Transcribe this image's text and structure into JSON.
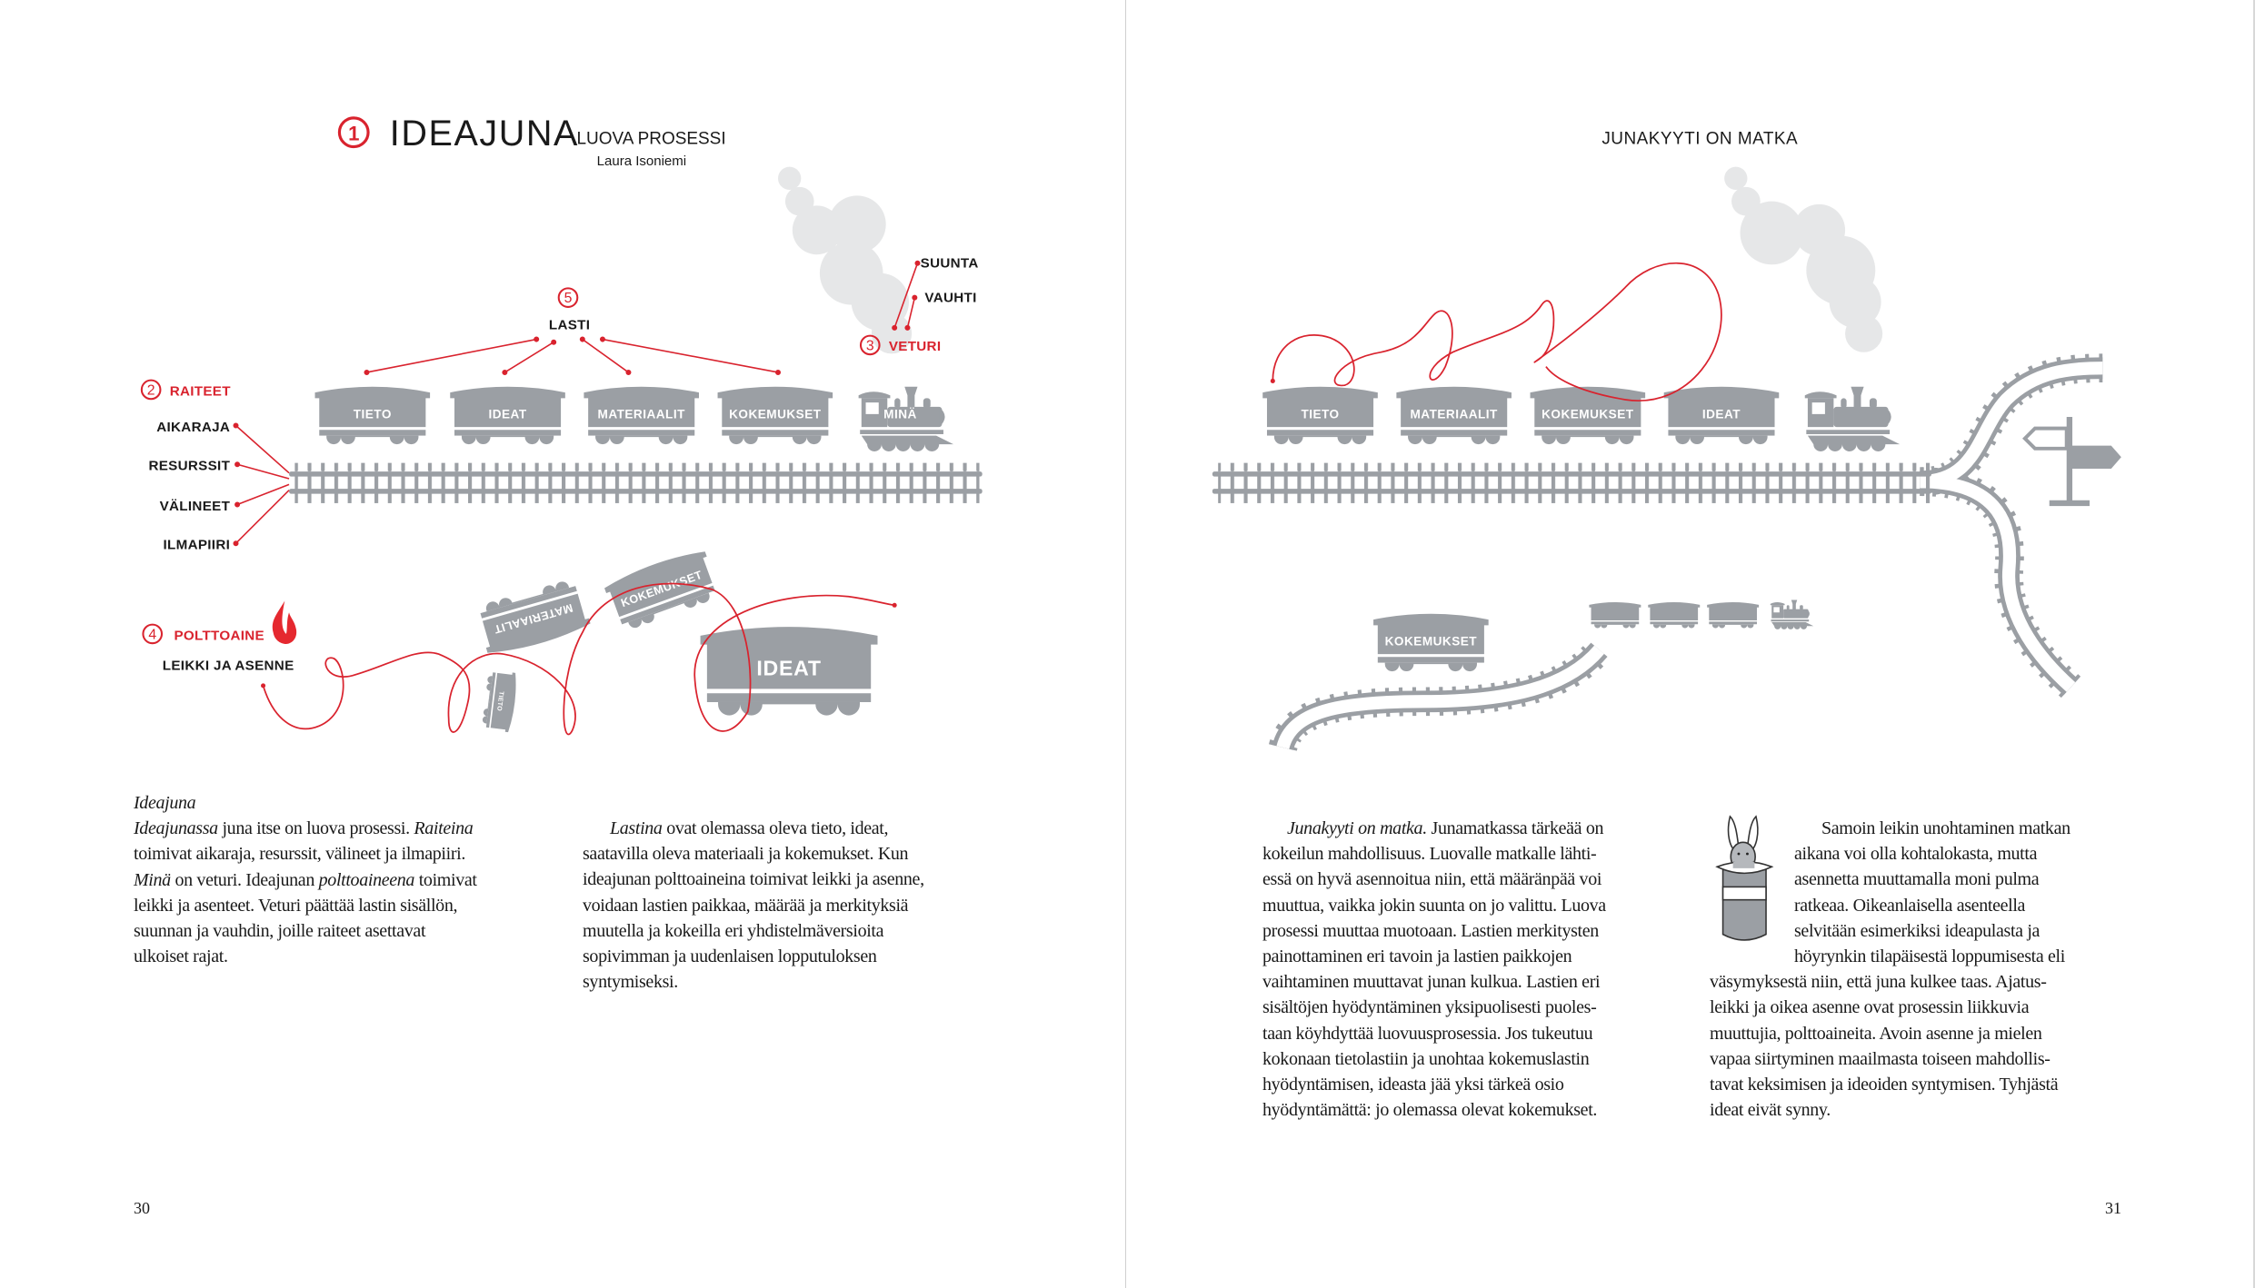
{
  "colors": {
    "accent_red": "#d9232e",
    "train_gray": "#9b9fa4",
    "smoke_gray": "#e6e7e8",
    "text": "#1a1a1a"
  },
  "left_page": {
    "title_number": "1",
    "title": "IDEAJUNA",
    "subtitle": "LUOVA PROSESSI",
    "author": "Laura Isoniemi",
    "labels": {
      "raiteet_number": "2",
      "raiteet": "RAITEET",
      "aikaraja": "AIKARAJA",
      "resurssit": "RESURSSIT",
      "valineet": "VÄLINEET",
      "ilmapiiri": "ILMAPIIRI",
      "lasti_number": "5",
      "lasti": "LASTI",
      "veturi_number": "3",
      "veturi": "VETURI",
      "suunta": "SUUNTA",
      "vauhti": "VAUHTI",
      "polttoaine_number": "4",
      "polttoaine": "POLTTOAINE",
      "leikki_ja_asenne": "LEIKKI JA ASENNE"
    },
    "wagons": [
      "TIETO",
      "IDEAT",
      "MATERIAALIT",
      "KOKEMUKSET"
    ],
    "locomotive": "MINÄ",
    "scattered_wagons": {
      "materiaalit": "MATERIAALIT",
      "kokemukset": "KOKEMUKSET",
      "tieto": "TIETO",
      "ideat": "IDEAT"
    },
    "heading": "Ideajuna",
    "col1": [
      [
        {
          "i": "Ideajunassa"
        },
        " juna itse on luova prosessi. ",
        {
          "i": "Raiteina"
        }
      ],
      [
        "toimivat aikaraja, resurssit, välineet ja ilmapiiri."
      ],
      [
        {
          "i": "Minä"
        },
        " on veturi. Ideajunan ",
        {
          "i": "polttoaineena"
        },
        " toimivat"
      ],
      [
        "leikki ja asenteet. Veturi päättää lastin sisällön,"
      ],
      [
        "suunnan ja vauhdin, joille raiteet asettavat"
      ],
      [
        "ulkoiset rajat."
      ]
    ],
    "col2": [
      [
        {
          "i": "Lastina"
        },
        " ovat olemassa oleva tieto, ideat,"
      ],
      [
        "saatavilla oleva materiaali ja kokemukset. Kun"
      ],
      [
        "ideajunan polttoaineina toimivat leikki ja asenne,"
      ],
      [
        "voidaan lastien paikkaa, määrää ja merkityksiä"
      ],
      [
        "muutella ja kokeilla eri yhdistelmäversioita"
      ],
      [
        "sopivimman ja uudenlaisen lopputuloksen"
      ],
      [
        "syntymiseksi."
      ]
    ],
    "page_number": "30"
  },
  "right_page": {
    "header": "JUNAKYYTI ON MATKA",
    "wagons": [
      "TIETO",
      "MATERIAALIT",
      "KOKEMUKSET",
      "IDEAT"
    ],
    "detached_wagon": "KOKEMUKSET",
    "col1": [
      [
        {
          "i": "Junakyyti on matka."
        },
        " Junamatkassa tärkeää on"
      ],
      [
        "kokeilun mahdollisuus. Luovalle matkalle lähti-"
      ],
      [
        "essä on hyvä asennoitua niin, että määränpää voi"
      ],
      [
        "muuttua, vaikka jokin suunta on jo valittu. Luova"
      ],
      [
        "prosessi muuttaa muotoaan. Lastien merkitysten"
      ],
      [
        "painottaminen eri tavoin ja lastien paikkojen"
      ],
      [
        "vaihtaminen muuttavat junan kulkua. Lastien eri"
      ],
      [
        "sisältöjen hyödyntäminen yksipuolisesti puoles-"
      ],
      [
        "taan köyhdyttää luovuusprosessia. Jos tukeutuu"
      ],
      [
        "kokonaan tietolastiin ja unohtaa kokemuslastin"
      ],
      [
        "hyödyntämisen, ideasta jää yksi tärkeä osio"
      ],
      [
        "hyödyntämättä: jo olemassa olevat kokemukset."
      ]
    ],
    "col2": [
      [
        "Samoin leikin unohtaminen matkan"
      ],
      [
        "aikana voi olla kohtalokasta, mutta"
      ],
      [
        "asennetta muuttamalla moni pulma"
      ],
      [
        "ratkeaa. Oikeanlaisella asenteella"
      ],
      [
        "selvitään esimerkiksi ideapulasta ja"
      ],
      [
        "höyrynkin tilapäisestä loppumisesta eli"
      ],
      [
        "väsymyksestä niin, että juna kulkee taas. Ajatus-"
      ],
      [
        "leikki ja oikea asenne ovat prosessin liikkuvia"
      ],
      [
        "muuttujia, polttoaineita. Avoin asenne ja mielen"
      ],
      [
        "vapaa siirtyminen maailmasta toiseen mahdollis-"
      ],
      [
        "tavat keksimisen ja ideoiden syntymisen. Tyhjästä"
      ],
      [
        "ideat eivät synny."
      ]
    ],
    "page_number": "31"
  }
}
